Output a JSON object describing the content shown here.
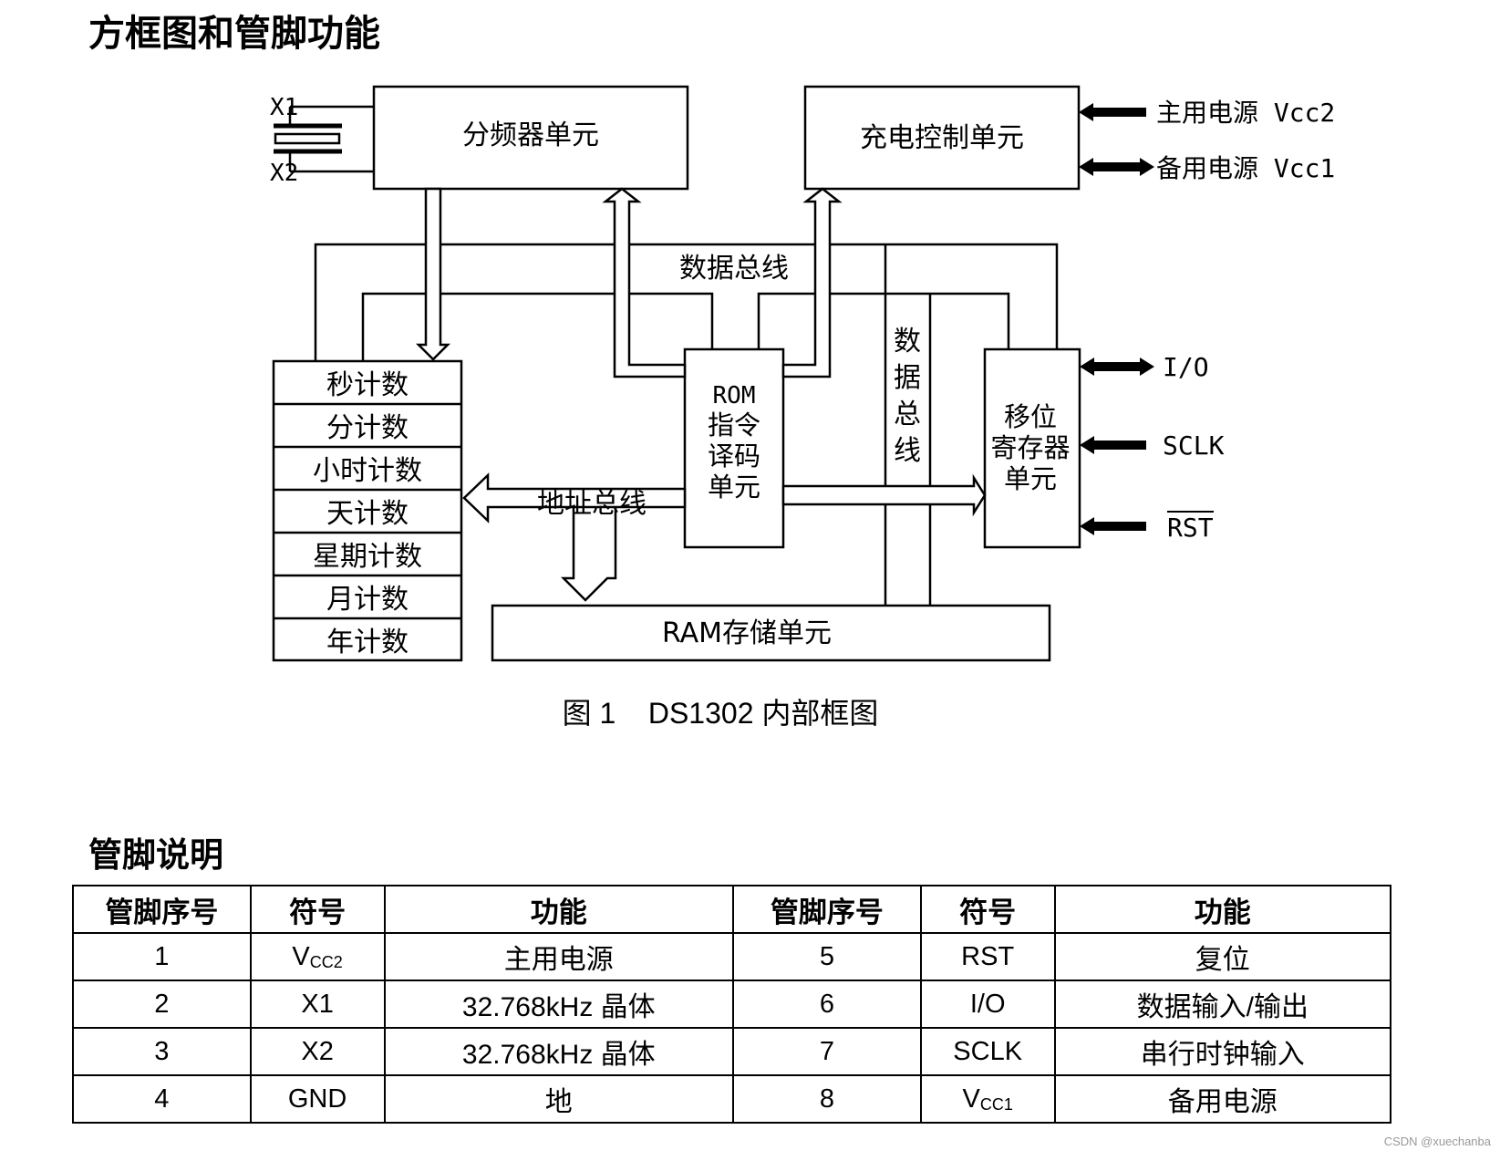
{
  "headings": {
    "block_diagram": "方框图和管脚功能",
    "pin_description": "管脚说明"
  },
  "diagram": {
    "crystal_x1": "X1",
    "crystal_x2": "X2",
    "divider": "分频器单元",
    "charge_control": "充电控制单元",
    "main_power": "主用电源 Vcc2",
    "backup_power": "备用电源 Vcc1",
    "data_bus_horizontal": "数据总线",
    "data_bus_vertical": [
      "数",
      "据",
      "总",
      "线"
    ],
    "counters": [
      "秒计数",
      "分计数",
      "小时计数",
      "天计数",
      "星期计数",
      "月计数",
      "年计数"
    ],
    "rom_decoder": [
      "ROM",
      "指令",
      "译码",
      "单元"
    ],
    "address_bus": "地址总线",
    "shift_register": [
      "移位",
      "寄存器",
      "单元"
    ],
    "io": "I/O",
    "sclk": "SCLK",
    "rst": "RST",
    "ram": "RAM存储单元"
  },
  "caption": "图 1    DS1302 内部框图",
  "table": {
    "headers": [
      "管脚序号",
      "符号",
      "功能",
      "管脚序号",
      "符号",
      "功能"
    ],
    "rows": [
      {
        "pin_a": "1",
        "sym_a": {
          "base": "V",
          "sub": "CC2"
        },
        "fn_a": "主用电源",
        "pin_b": "5",
        "sym_b": {
          "base": "RST",
          "sub": ""
        },
        "fn_b": "复位"
      },
      {
        "pin_a": "2",
        "sym_a": {
          "base": "X1",
          "sub": ""
        },
        "fn_a": "32.768kHz 晶体",
        "pin_b": "6",
        "sym_b": {
          "base": "I/O",
          "sub": ""
        },
        "fn_b": "数据输入/输出"
      },
      {
        "pin_a": "3",
        "sym_a": {
          "base": "X2",
          "sub": ""
        },
        "fn_a": "32.768kHz 晶体",
        "pin_b": "7",
        "sym_b": {
          "base": "SCLK",
          "sub": ""
        },
        "fn_b": "串行时钟输入"
      },
      {
        "pin_a": "4",
        "sym_a": {
          "base": "GND",
          "sub": ""
        },
        "fn_a": "地",
        "pin_b": "8",
        "sym_b": {
          "base": "V",
          "sub": "CC1"
        },
        "fn_b": "备用电源"
      }
    ]
  },
  "watermark": "CSDN @xuechanba"
}
